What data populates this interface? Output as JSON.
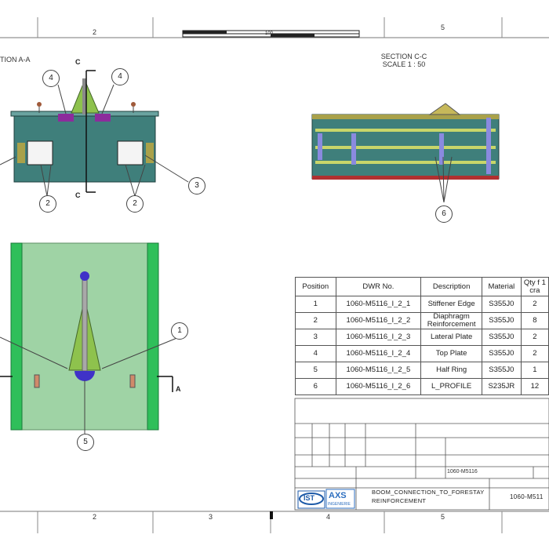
{
  "zones_top": [
    "2",
    "5"
  ],
  "zones_bottom": [
    "2",
    "3",
    "4",
    "5"
  ],
  "scale_bar_label": "100",
  "section_aa": {
    "title": "TION A-A",
    "cut_label": "C"
  },
  "section_cc": {
    "title": "SECTION C-C",
    "scale": "SCALE 1 : 50"
  },
  "plan_view": {
    "cut_label": "A"
  },
  "balloons": {
    "aa_top_left": "4",
    "aa_top_right": "4",
    "aa_right": "3",
    "aa_bottom_left": "2",
    "aa_bottom_right": "2",
    "cc": "6",
    "plan_right": "1",
    "plan_bottom": "5"
  },
  "bom": {
    "headers": [
      "Position",
      "DWR No.",
      "Description",
      "Material",
      "Qty f 1 cra"
    ],
    "rows": [
      [
        "1",
        "1060-M5116_I_2_1",
        "Stiffener Edge",
        "S355J0",
        "2"
      ],
      [
        "2",
        "1060-M5116_I_2_2",
        "Diaphragm Reinforcement",
        "S355J0",
        "8"
      ],
      [
        "3",
        "1060-M5116_I_2_3",
        "Lateral Plate",
        "S355J0",
        "2"
      ],
      [
        "4",
        "1060-M5116_I_2_4",
        "Top Plate",
        "S355J0",
        "2"
      ],
      [
        "5",
        "1060-M5116_I_2_5",
        "Half Ring",
        "S355J0",
        "1"
      ],
      [
        "6",
        "1060-M5116_I_2_6",
        "L_PROFILE",
        "S235JR",
        "12"
      ]
    ]
  },
  "title_block": {
    "drawing_title_1": "BOOM_CONNECTION_TO_FORESTAY",
    "drawing_title_2": "REINFORCEMENT",
    "drawing_number": "1060-M5116",
    "drawing_number_short": "1060-M511",
    "logo_ist": "IST",
    "logo_axs": "AXS",
    "logo_axs_sub": "INGENIERIE"
  },
  "colors": {
    "steel_teal": "#3f7f7b",
    "plate_green": "#2fbf5a",
    "field_green": "#9fd3a5",
    "plate_purple": "#8c2c9c",
    "ring_blue": "#3f32c8",
    "stiffener_olive": "#a9a14a"
  }
}
